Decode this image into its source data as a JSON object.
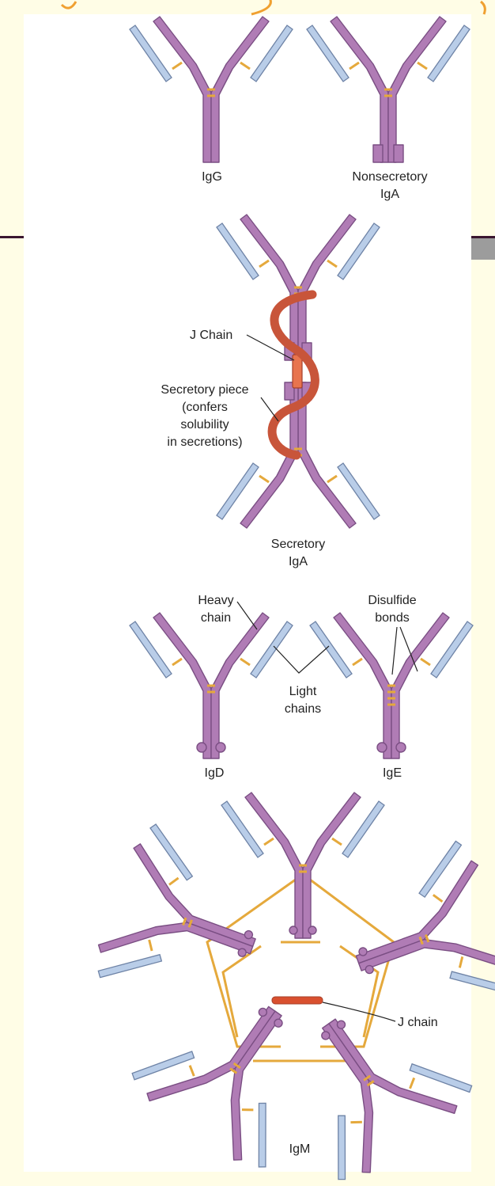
{
  "colors": {
    "heavy_chain": "#B07CB5",
    "light_chain": "#B9CDE8",
    "disulfide_bond": "#E5A93C",
    "j_chain": "#D9502F",
    "secretory_piece": "#C8553A",
    "background": "#FFFDE6",
    "panel": "#FFFFFF",
    "decor_line": "#3A1630",
    "decor_ornament": "#F0A030"
  },
  "labels": {
    "igg": "IgG",
    "nonsecretory_line1": "Nonsecretory",
    "nonsecretory_line2": "IgA",
    "j_chain_secretory": "J Chain",
    "secretory_piece_lines": [
      "Secretory piece",
      "(confers",
      "solubility",
      "in secretions)"
    ],
    "secretory_iga_line1": "Secretory",
    "secretory_iga_line2": "IgA",
    "heavy_chain_line1": "Heavy",
    "heavy_chain_line2": "chain",
    "disulfide_line1": "Disulfide",
    "disulfide_line2": "bonds",
    "light_chains_line1": "Light",
    "light_chains_line2": "chains",
    "igd": "IgD",
    "ige": "IgE",
    "j_chain_igm": "J chain",
    "igm": "IgM"
  }
}
